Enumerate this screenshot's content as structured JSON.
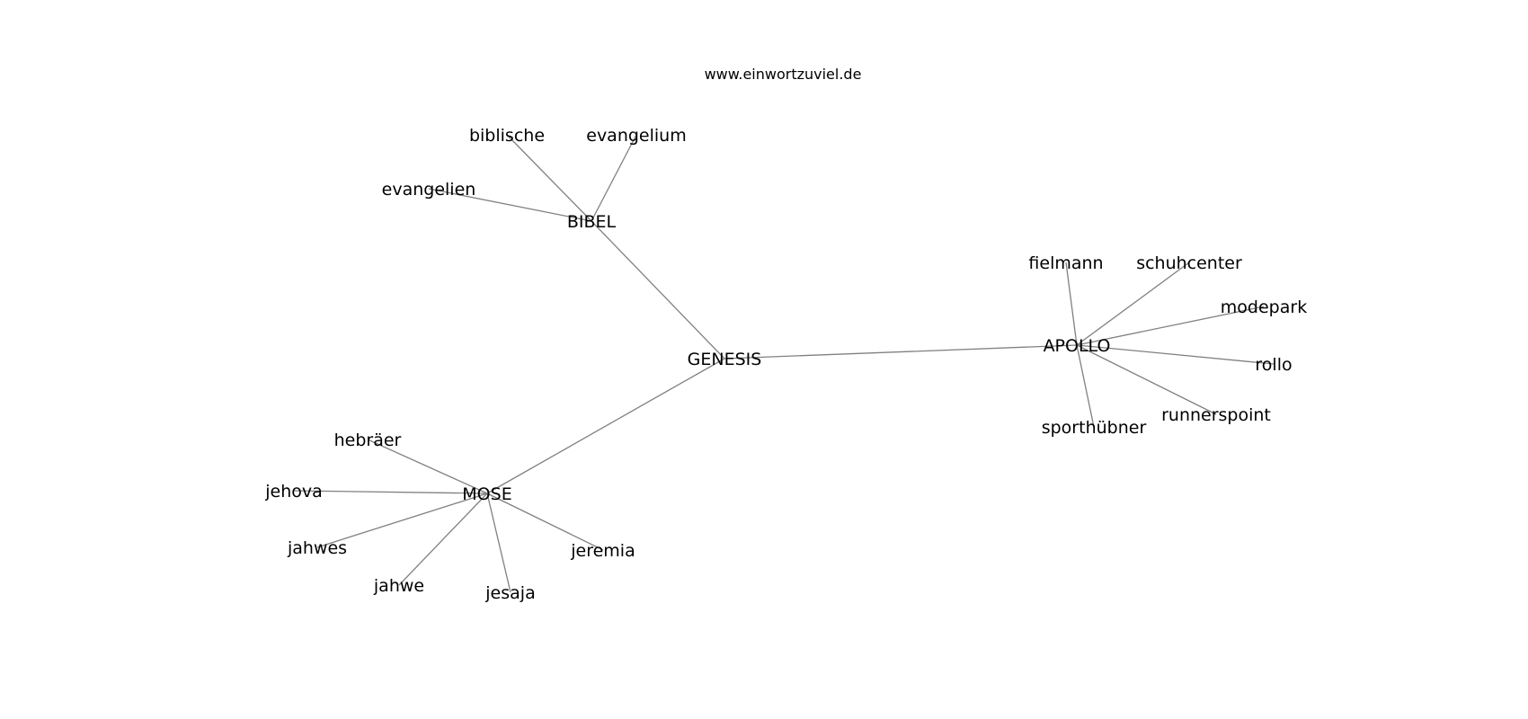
{
  "site": "www.einwortzuviel.de",
  "colors": {
    "edge": "#808080",
    "text": "#000000",
    "background": "#ffffff"
  },
  "nodes": [
    {
      "id": "genesis",
      "label": "GENESIS"
    },
    {
      "id": "bibel",
      "label": "BIBEL"
    },
    {
      "id": "mose",
      "label": "MOSE"
    },
    {
      "id": "apollo",
      "label": "APOLLO"
    },
    {
      "id": "biblische",
      "label": "biblische"
    },
    {
      "id": "evangelium",
      "label": "evangelium"
    },
    {
      "id": "evangelien",
      "label": "evangelien"
    },
    {
      "id": "hebraeer",
      "label": "hebräer"
    },
    {
      "id": "jehova",
      "label": "jehova"
    },
    {
      "id": "jahwes",
      "label": "jahwes"
    },
    {
      "id": "jahwe",
      "label": "jahwe"
    },
    {
      "id": "jesaja",
      "label": "jesaja"
    },
    {
      "id": "jeremia",
      "label": "jeremia"
    },
    {
      "id": "fielmann",
      "label": "fielmann"
    },
    {
      "id": "schuhcenter",
      "label": "schuhcenter"
    },
    {
      "id": "modepark",
      "label": "modepark"
    },
    {
      "id": "rollo",
      "label": "rollo"
    },
    {
      "id": "runnerspoint",
      "label": "runnerspoint"
    },
    {
      "id": "sporthuebner",
      "label": "sporthübner"
    }
  ],
  "edges": [
    [
      "genesis",
      "bibel"
    ],
    [
      "genesis",
      "mose"
    ],
    [
      "genesis",
      "apollo"
    ],
    [
      "bibel",
      "biblische"
    ],
    [
      "bibel",
      "evangelium"
    ],
    [
      "bibel",
      "evangelien"
    ],
    [
      "mose",
      "hebraeer"
    ],
    [
      "mose",
      "jehova"
    ],
    [
      "mose",
      "jahwes"
    ],
    [
      "mose",
      "jahwe"
    ],
    [
      "mose",
      "jesaja"
    ],
    [
      "mose",
      "jeremia"
    ],
    [
      "apollo",
      "fielmann"
    ],
    [
      "apollo",
      "schuhcenter"
    ],
    [
      "apollo",
      "modepark"
    ],
    [
      "apollo",
      "rollo"
    ],
    [
      "apollo",
      "runnerspoint"
    ],
    [
      "apollo",
      "sporthuebner"
    ]
  ]
}
